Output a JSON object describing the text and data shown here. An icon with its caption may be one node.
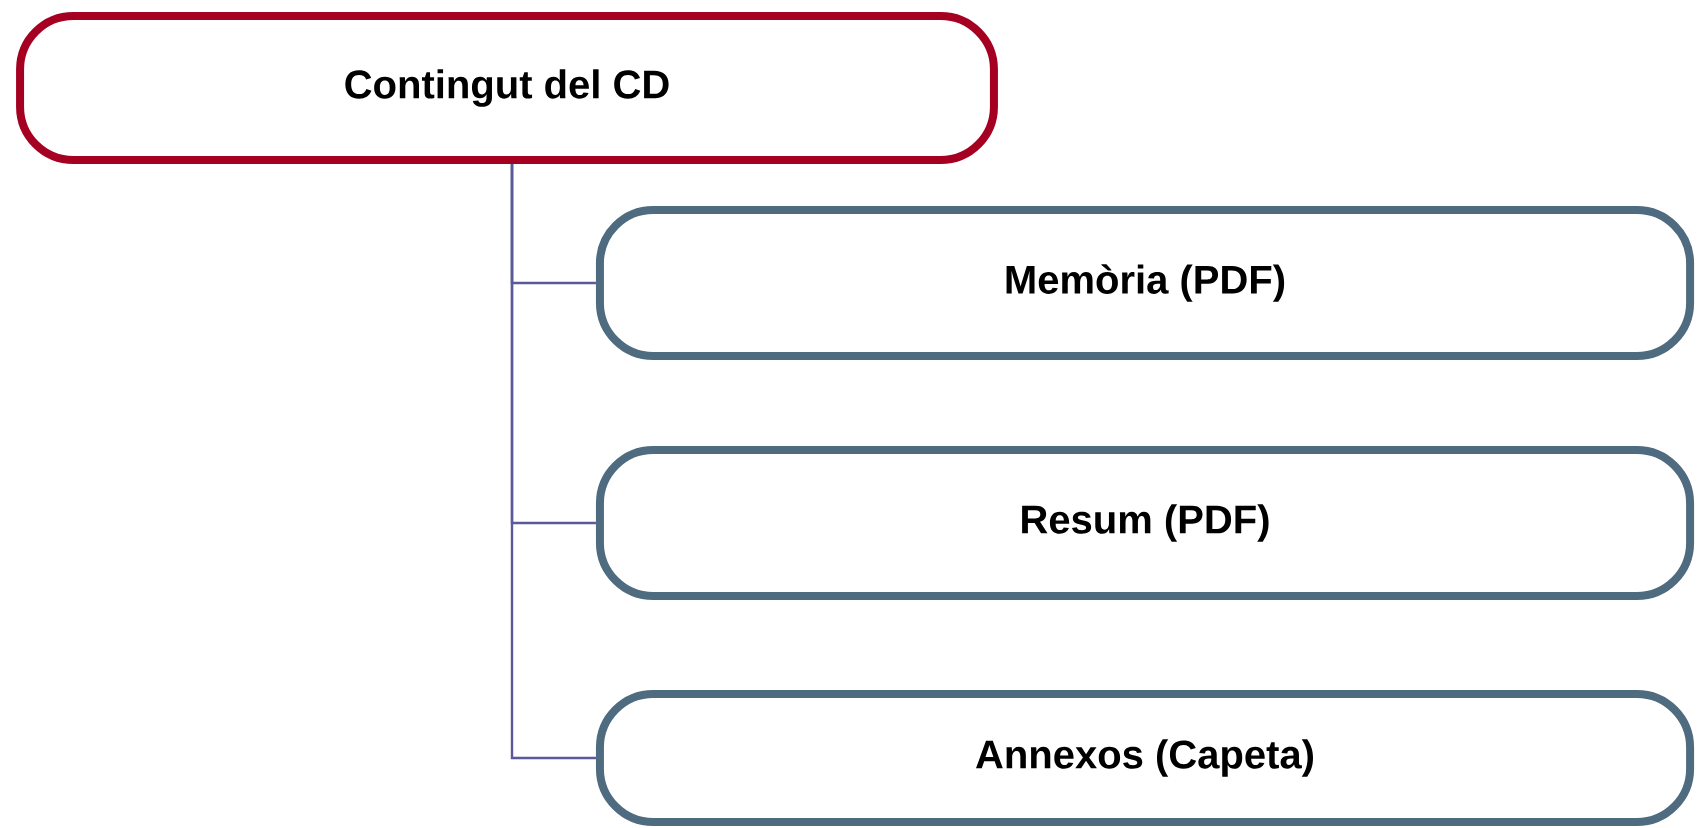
{
  "diagram": {
    "nodes": [
      {
        "text": [
          "Contingut del CD"
        ]
      },
      {
        "text": [
          "Memòria (PDF)"
        ]
      },
      {
        "text": [
          "Resum (PDF)"
        ]
      },
      {
        "text": [
          "Annexos (Capeta)"
        ]
      }
    ],
    "edges": [
      {
        "from": 0,
        "to": 1,
        "arrow": "none"
      },
      {
        "from": 0,
        "to": 2,
        "arrow": "none"
      },
      {
        "from": 0,
        "to": 3,
        "arrow": "none"
      }
    ]
  }
}
